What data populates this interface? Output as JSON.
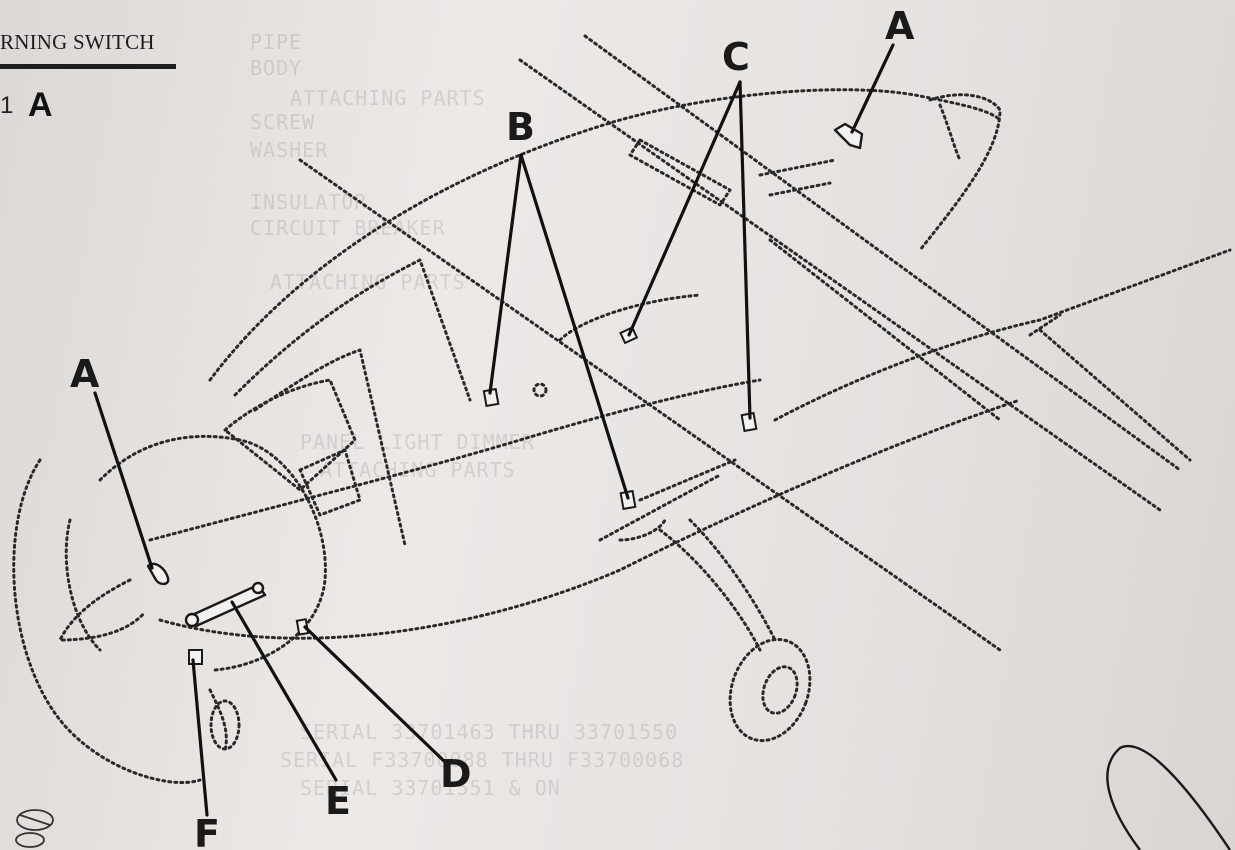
{
  "header": {
    "title_fragment": "RNING SWITCH",
    "figure_prefix": "1",
    "figure_letter": "A"
  },
  "callouts": {
    "a_top": "A",
    "a_left": "A",
    "b": "B",
    "c": "C",
    "d": "D",
    "e": "E",
    "f": "F"
  },
  "bleed_through": [
    "PIPE",
    "BODY",
    "ATTACHING PARTS",
    "SCREW",
    "WASHER",
    "INSULATOR",
    "CIRCUIT BREAKER",
    "ATTACHING PARTS",
    "PANEL LIGHT DIMMER",
    "ATTACHING PARTS",
    "SERIAL 33701463 THRU 33701550",
    "SERIAL F33700088 THRU F33700068",
    "SERIAL 33701551 & ON"
  ],
  "colors": {
    "ink": "#1a1a1a",
    "paper": "#e6e3e1"
  },
  "icons": {
    "switch_component": "toggle-switch-icon",
    "small_component": "light-fixture-icon"
  }
}
